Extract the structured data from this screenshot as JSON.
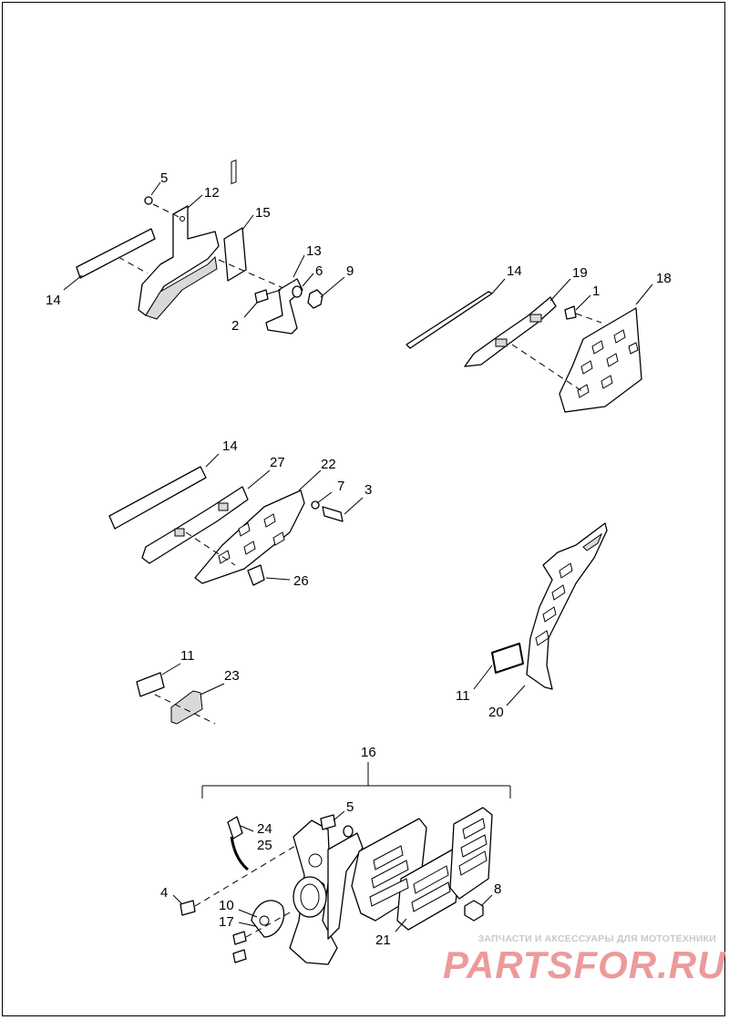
{
  "callouts": {
    "c5a": "5",
    "c12": "12",
    "c15": "15",
    "c13": "13",
    "c6": "6",
    "c9": "9",
    "c14a": "14",
    "c2": "2",
    "c14b": "14",
    "c19": "19",
    "c1": "1",
    "c18": "18",
    "c14c": "14",
    "c27": "27",
    "c22": "22",
    "c7": "7",
    "c3": "3",
    "c26": "26",
    "c11a": "11",
    "c23": "23",
    "c11b": "11",
    "c20": "20",
    "c16": "16",
    "c5b": "5",
    "c24": "24",
    "c25": "25",
    "c4": "4",
    "c10": "10",
    "c17": "17",
    "c8": "8",
    "c21": "21"
  },
  "watermark": {
    "tagline": "ЗАПЧАСТИ И АКСЕССУАРЫ ДЛЯ МОТОТЕХНИКИ",
    "brand": "PARTSFOR.RU"
  },
  "colors": {
    "line": "#000000",
    "background": "#ffffff",
    "watermark_brand": "#ec9a9a",
    "watermark_tag": "#c9c9c9"
  }
}
